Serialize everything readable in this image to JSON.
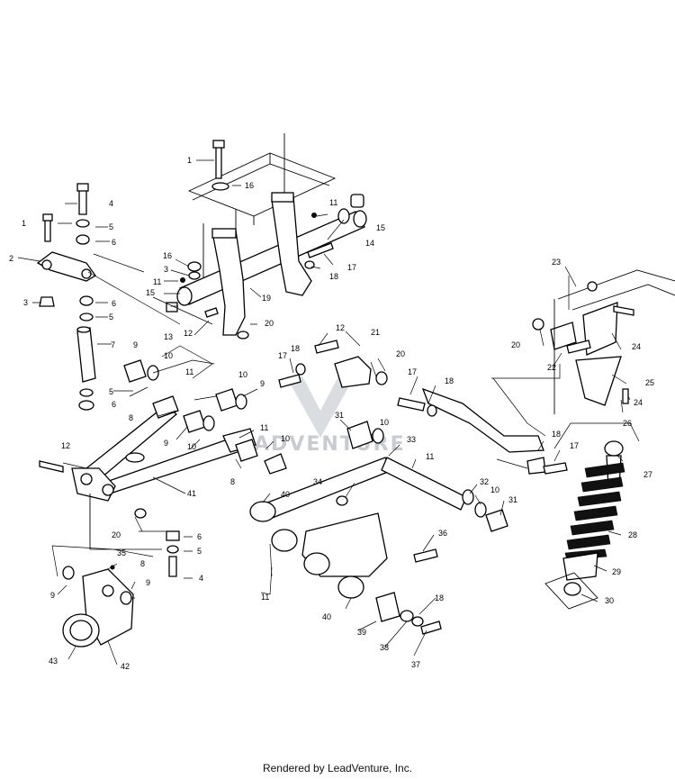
{
  "footer": {
    "text": "Rendered by LeadVenture, Inc."
  },
  "watermark": {
    "text": "ADVENTURE",
    "color": "#c8ccd2"
  },
  "callouts": [
    {
      "id": "c1a",
      "label": "1"
    },
    {
      "id": "c1b",
      "label": "1"
    },
    {
      "id": "c2",
      "label": "2"
    },
    {
      "id": "c3a",
      "label": "3"
    },
    {
      "id": "c3b",
      "label": "3"
    },
    {
      "id": "c4a",
      "label": "4"
    },
    {
      "id": "c4b",
      "label": "4"
    },
    {
      "id": "c5a",
      "label": "5"
    },
    {
      "id": "c5b",
      "label": "5"
    },
    {
      "id": "c5c",
      "label": "5"
    },
    {
      "id": "c5d",
      "label": "5"
    },
    {
      "id": "c6a",
      "label": "6"
    },
    {
      "id": "c6b",
      "label": "6"
    },
    {
      "id": "c6c",
      "label": "6"
    },
    {
      "id": "c6d",
      "label": "6"
    },
    {
      "id": "c7",
      "label": "7"
    },
    {
      "id": "c8a",
      "label": "8"
    },
    {
      "id": "c8b",
      "label": "8"
    },
    {
      "id": "c8c",
      "label": "8"
    },
    {
      "id": "c9a",
      "label": "9"
    },
    {
      "id": "c9b",
      "label": "9"
    },
    {
      "id": "c9c",
      "label": "9"
    },
    {
      "id": "c9d",
      "label": "9"
    },
    {
      "id": "c9e",
      "label": "9"
    },
    {
      "id": "c10a",
      "label": "10"
    },
    {
      "id": "c10b",
      "label": "10"
    },
    {
      "id": "c10c",
      "label": "10"
    },
    {
      "id": "c10d",
      "label": "10"
    },
    {
      "id": "c10e",
      "label": "10"
    },
    {
      "id": "c10f",
      "label": "10"
    },
    {
      "id": "c11a",
      "label": "11"
    },
    {
      "id": "c11b",
      "label": "11"
    },
    {
      "id": "c11c",
      "label": "11"
    },
    {
      "id": "c11d",
      "label": "11"
    },
    {
      "id": "c11e",
      "label": "11"
    },
    {
      "id": "c11f",
      "label": "11"
    },
    {
      "id": "c12a",
      "label": "12"
    },
    {
      "id": "c12b",
      "label": "12"
    },
    {
      "id": "c12c",
      "label": "12"
    },
    {
      "id": "c13",
      "label": "13"
    },
    {
      "id": "c14",
      "label": "14"
    },
    {
      "id": "c15a",
      "label": "15"
    },
    {
      "id": "c15b",
      "label": "15"
    },
    {
      "id": "c16a",
      "label": "16"
    },
    {
      "id": "c16b",
      "label": "16"
    },
    {
      "id": "c17a",
      "label": "17"
    },
    {
      "id": "c17b",
      "label": "17"
    },
    {
      "id": "c17c",
      "label": "17"
    },
    {
      "id": "c17d",
      "label": "17"
    },
    {
      "id": "c18a",
      "label": "18"
    },
    {
      "id": "c18b",
      "label": "18"
    },
    {
      "id": "c18c",
      "label": "18"
    },
    {
      "id": "c18d",
      "label": "18"
    },
    {
      "id": "c18e",
      "label": "18"
    },
    {
      "id": "c19",
      "label": "19"
    },
    {
      "id": "c20a",
      "label": "20"
    },
    {
      "id": "c20b",
      "label": "20"
    },
    {
      "id": "c20c",
      "label": "20"
    },
    {
      "id": "c20d",
      "label": "20"
    },
    {
      "id": "c21",
      "label": "21"
    },
    {
      "id": "c22",
      "label": "22"
    },
    {
      "id": "c23",
      "label": "23"
    },
    {
      "id": "c24a",
      "label": "24"
    },
    {
      "id": "c24b",
      "label": "24"
    },
    {
      "id": "c25",
      "label": "25"
    },
    {
      "id": "c26",
      "label": "26"
    },
    {
      "id": "c27",
      "label": "27"
    },
    {
      "id": "c28",
      "label": "28"
    },
    {
      "id": "c29",
      "label": "29"
    },
    {
      "id": "c30",
      "label": "30"
    },
    {
      "id": "c31a",
      "label": "31"
    },
    {
      "id": "c31b",
      "label": "31"
    },
    {
      "id": "c32",
      "label": "32"
    },
    {
      "id": "c33",
      "label": "33"
    },
    {
      "id": "c34",
      "label": "34"
    },
    {
      "id": "c35",
      "label": "35"
    },
    {
      "id": "c36",
      "label": "36"
    },
    {
      "id": "c37",
      "label": "37"
    },
    {
      "id": "c38",
      "label": "38"
    },
    {
      "id": "c39",
      "label": "39"
    },
    {
      "id": "c40a",
      "label": "40"
    },
    {
      "id": "c40b",
      "label": "40"
    },
    {
      "id": "c41",
      "label": "41"
    },
    {
      "id": "c42",
      "label": "42"
    },
    {
      "id": "c43",
      "label": "43"
    }
  ]
}
